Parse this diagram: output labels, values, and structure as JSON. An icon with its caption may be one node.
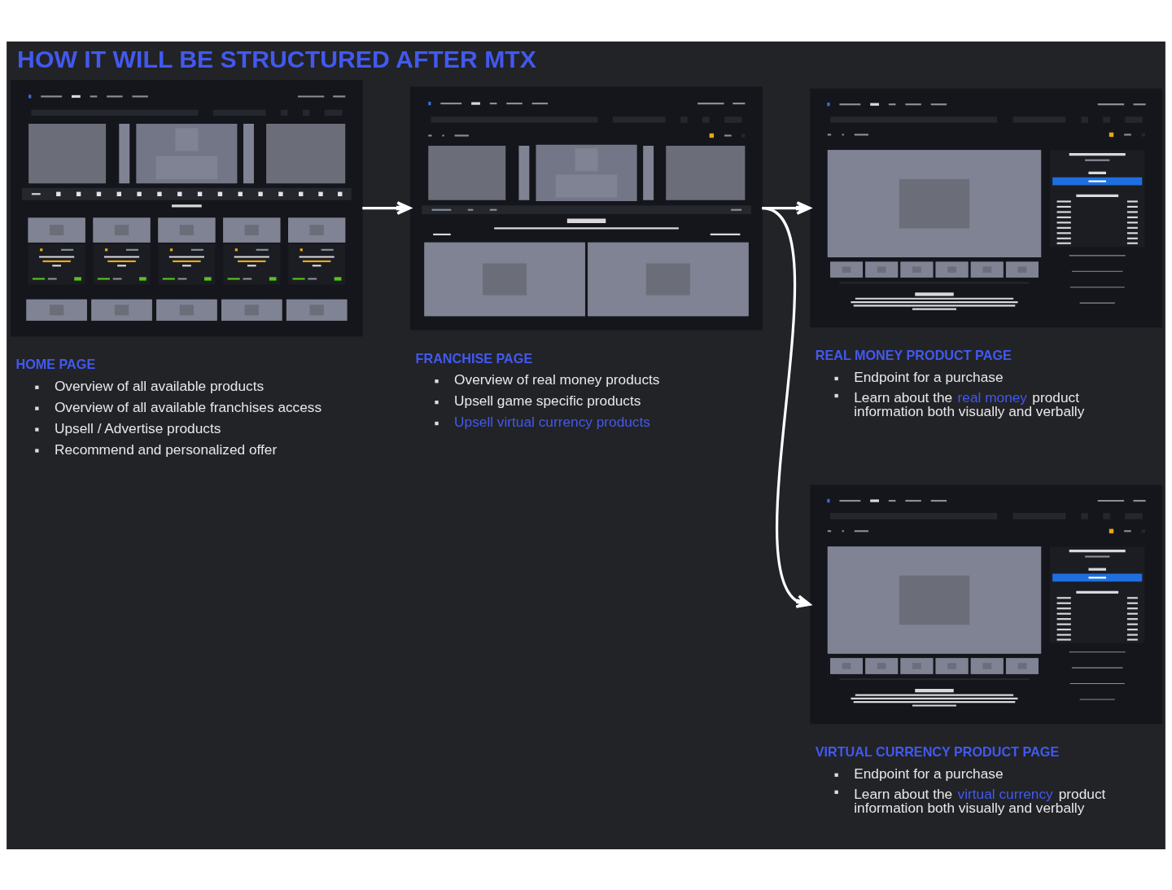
{
  "diagram": {
    "title": "HOW IT WILL BE STRUCTURED AFTER MTX",
    "nodes": [
      {
        "text": [
          "HOME PAGE"
        ],
        "beside": [
          "Overview of all available products",
          "Overview of all available franchises access",
          "Upsell / Advertise products",
          "Recommend and personalized offer"
        ]
      },
      {
        "text": [
          "FRANCHISE PAGE"
        ],
        "beside": [
          "Overview of real money products",
          "Upsell game specific products",
          "Upsell virtual currency products"
        ]
      },
      {
        "text": [
          "REAL MONEY PRODUCT PAGE"
        ],
        "beside": [
          "Endpoint for a purchase",
          "Learn about the real money product information both visually and verbally"
        ]
      },
      {
        "text": [
          "VIRTUAL CURRENCY PRODUCT PAGE"
        ],
        "beside": [
          "Endpoint for a purchase",
          "Learn about the virtual currency product information both visually and verbally"
        ]
      }
    ],
    "edges": [
      {
        "from": 0,
        "to": 1,
        "arrow": "to"
      },
      {
        "from": 1,
        "to": 2,
        "arrow": "to"
      },
      {
        "from": 1,
        "to": 3,
        "arrow": "to"
      }
    ]
  }
}
